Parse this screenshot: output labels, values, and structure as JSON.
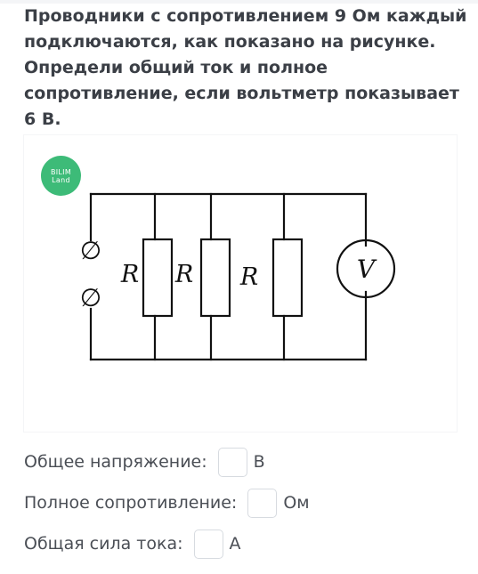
{
  "question": {
    "text": "Проводники с сопротивлением 9 Ом каждый подключаются, как показано на рисунке. Определи общий ток и полное сопротивление, если вольтметр показывает 6 В."
  },
  "figure": {
    "logo": {
      "line1": "BILIM",
      "line2": "Land",
      "color": "#3dbb78"
    },
    "resistor_labels": [
      "R",
      "R",
      "R"
    ],
    "voltmeter_label": "V",
    "terminal_symbols": [
      "∅",
      "∅"
    ]
  },
  "answers": [
    {
      "label": "Общее напряжение:",
      "unit": "В",
      "value": ""
    },
    {
      "label": "Полное сопротивление:",
      "unit": "Ом",
      "value": ""
    },
    {
      "label": "Общая сила тока:",
      "unit": "А",
      "value": ""
    }
  ],
  "colors": {
    "text": "#3b3f46",
    "muted_text": "#4a4e55",
    "input_border": "#d7dbe0",
    "wire": "#111111"
  }
}
